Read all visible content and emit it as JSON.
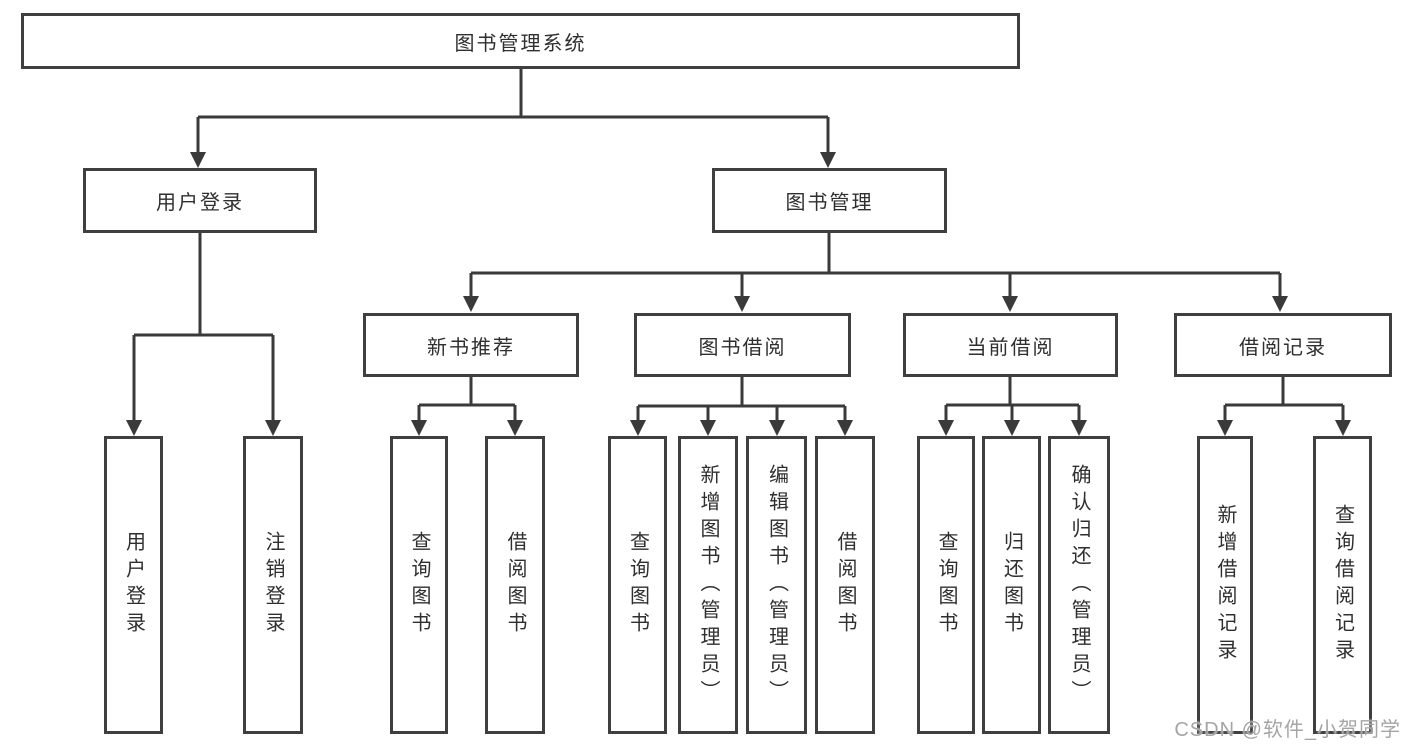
{
  "tree": {
    "root": {
      "label": "图书管理系统"
    },
    "branches": [
      {
        "label": "用户登录",
        "leaves": [
          {
            "label": "用户登录"
          },
          {
            "label": "注销登录"
          }
        ]
      },
      {
        "label": "图书管理",
        "groups": [
          {
            "label": "新书推荐",
            "leaves": [
              {
                "label": "查询图书"
              },
              {
                "label": "借阅图书"
              }
            ]
          },
          {
            "label": "图书借阅",
            "leaves": [
              {
                "label": "查询图书"
              },
              {
                "label": "新增图书（管理员）"
              },
              {
                "label": "编辑图书（管理员）"
              },
              {
                "label": "借阅图书"
              }
            ]
          },
          {
            "label": "当前借阅",
            "leaves": [
              {
                "label": "查询图书"
              },
              {
                "label": "归还图书"
              },
              {
                "label": "确认归还（管理员）"
              }
            ]
          },
          {
            "label": "借阅记录",
            "leaves": [
              {
                "label": "新增借阅记录"
              },
              {
                "label": "查询借阅记录"
              }
            ]
          }
        ]
      }
    ]
  },
  "watermark": {
    "text": "CSDN @软件_小贺同学"
  },
  "colors": {
    "line": "#3a3a3a",
    "border": "#3f3f3f",
    "text": "#2f2f2f",
    "background": "#ffffff",
    "watermark": "#a5a5a5"
  }
}
